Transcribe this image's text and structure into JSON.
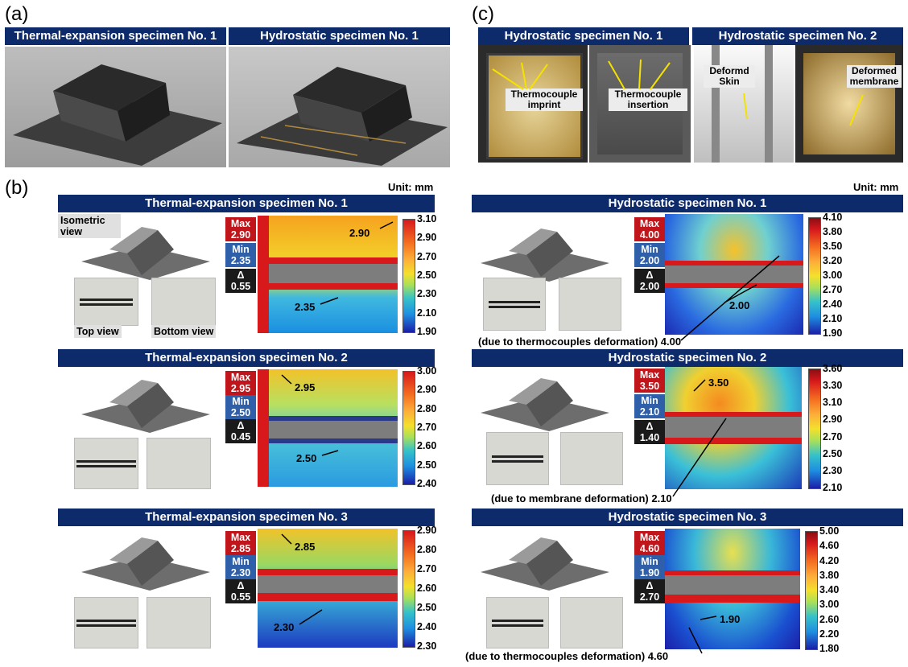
{
  "panels": {
    "a": "(a)",
    "b": "(b)",
    "c": "(c)"
  },
  "panel_a": {
    "left_title": "Thermal-expansion specimen No. 1",
    "right_title": "Hydrostatic specimen No. 1"
  },
  "panel_c": {
    "left_title": "Hydrostatic specimen No. 1",
    "right_title": "Hydrostatic specimen No. 2",
    "callouts": [
      "Thermocouple imprint",
      "Thermocouple insertion",
      "Deformd Skin",
      "Deformed membrane"
    ]
  },
  "unit_label": "Unit: mm",
  "view_labels": {
    "isometric": "Isometric view",
    "top": "Top view",
    "bottom": "Bottom view"
  },
  "tag_labels": {
    "max": "Max",
    "min": "Min",
    "delta": "Δ"
  },
  "specimens": [
    {
      "title": "Thermal-expansion specimen No. 1",
      "max": "2.90",
      "min": "2.35",
      "delta": "0.55",
      "ticks": [
        "3.10",
        "2.90",
        "2.70",
        "2.50",
        "2.30",
        "2.10",
        "1.90"
      ],
      "label_max": "2.90",
      "label_min": "2.35"
    },
    {
      "title": "Thermal-expansion specimen No. 2",
      "max": "2.95",
      "min": "2.50",
      "delta": "0.45",
      "ticks": [
        "3.00",
        "2.90",
        "2.80",
        "2.70",
        "2.60",
        "2.50",
        "2.40"
      ],
      "label_max": "2.95",
      "label_min": "2.50"
    },
    {
      "title": "Thermal-expansion specimen No. 3",
      "max": "2.85",
      "min": "2.30",
      "delta": "0.55",
      "ticks": [
        "2.90",
        "2.80",
        "2.70",
        "2.60",
        "2.50",
        "2.40",
        "2.30"
      ],
      "label_max": "2.85",
      "label_min": "2.30"
    },
    {
      "title": "Hydrostatic specimen No. 1",
      "max": "4.00",
      "min": "2.00",
      "delta": "2.00",
      "ticks": [
        "4.10",
        "3.80",
        "3.50",
        "3.20",
        "3.00",
        "2.70",
        "2.40",
        "2.10",
        "1.90"
      ],
      "label_min": "2.00",
      "note": "(due to thermocouples deformation) 4.00"
    },
    {
      "title": "Hydrostatic specimen No. 2",
      "max": "3.50",
      "min": "2.10",
      "delta": "1.40",
      "ticks": [
        "3.60",
        "3.30",
        "3.10",
        "2.90",
        "2.70",
        "2.50",
        "2.30",
        "2.10"
      ],
      "label_max": "3.50",
      "note": "(due to membrane deformation) 2.10"
    },
    {
      "title": "Hydrostatic specimen No. 3",
      "max": "4.60",
      "min": "1.90",
      "delta": "2.70",
      "ticks": [
        "5.00",
        "4.60",
        "4.20",
        "3.80",
        "3.40",
        "3.00",
        "2.60",
        "2.20",
        "1.80"
      ],
      "label_min": "1.90",
      "note": "(due to thermocouples deformation) 4.60"
    }
  ]
}
